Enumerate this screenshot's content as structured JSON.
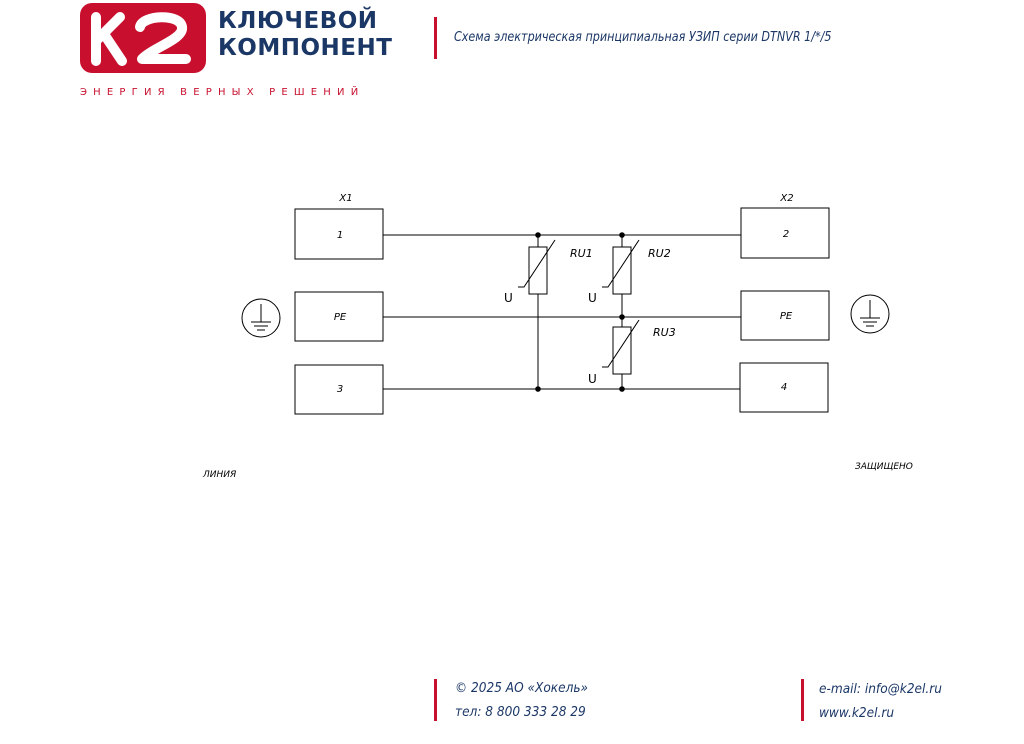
{
  "header": {
    "brand_line1": "КЛЮЧЕВОЙ",
    "brand_line2": "КОМПОНЕНТ",
    "slogan": "ЭНЕРГИЯ ВЕРНЫХ РЕШЕНИЙ",
    "title": "Схема электрическая принципиальная УЗИП серии DTNVR 1/*/5"
  },
  "diagram": {
    "left_connector": {
      "label": "X1",
      "terminals": [
        "1",
        "PE",
        "3"
      ]
    },
    "right_connector": {
      "label": "X2",
      "terminals": [
        "2",
        "PE",
        "4"
      ]
    },
    "varistors": [
      {
        "label": "RU1",
        "symbol": "U"
      },
      {
        "label": "RU2",
        "symbol": "U"
      },
      {
        "label": "RU3",
        "symbol": "U"
      }
    ],
    "left_side_label": "ЛИНИЯ",
    "right_side_label": "ЗАЩИЩЕНО"
  },
  "footer": {
    "copyright": "© 2025 АО «Хокель»",
    "phone": "тел: 8 800 333 28 29",
    "email": "e-mail: info@k2el.ru",
    "website": "www.k2el.ru"
  },
  "colors": {
    "brand_red": "#c8102e",
    "brand_blue": "#1b3766"
  }
}
